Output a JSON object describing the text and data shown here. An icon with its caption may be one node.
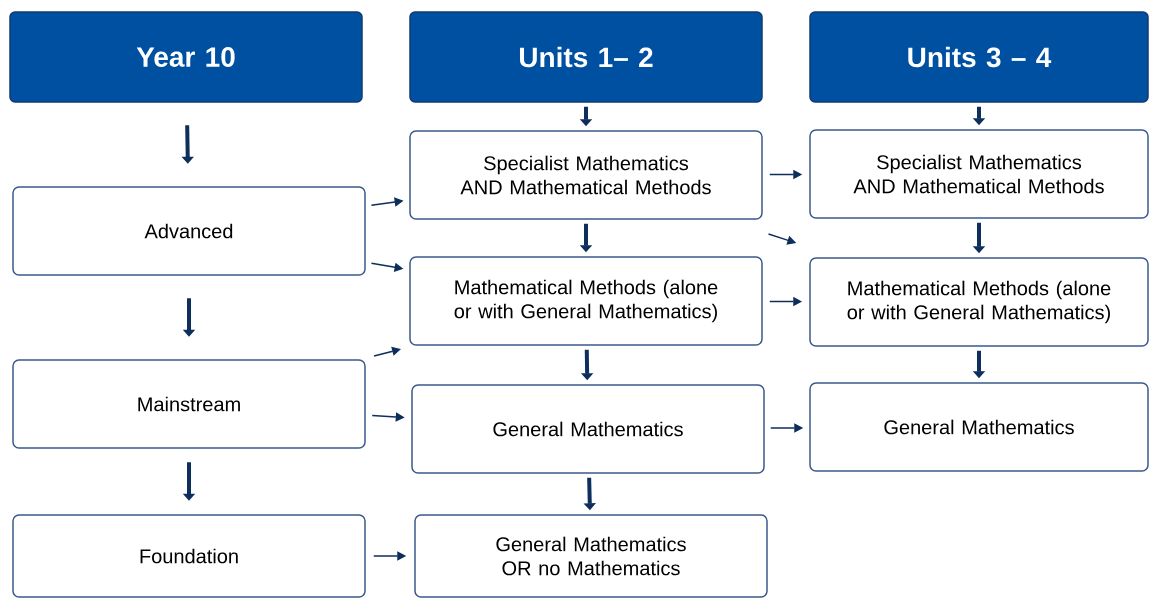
{
  "diagram": {
    "nodes": [
      {
        "text": [
          "Year 10"
        ]
      },
      {
        "text": [
          "Units 1– 2"
        ]
      },
      {
        "text": [
          "Units 3 – 4"
        ]
      },
      {
        "text": [
          "Advanced"
        ]
      },
      {
        "text": [
          "Mainstream"
        ]
      },
      {
        "text": [
          "Foundation"
        ]
      },
      {
        "text": [
          "Specialist Mathematics AND Mathematical Methods"
        ]
      },
      {
        "text": [
          "Mathematical Methods (alone or with General Mathematics)"
        ]
      },
      {
        "text": [
          "General Mathematics"
        ]
      },
      {
        "text": [
          "General Mathematics OR no Mathematics"
        ]
      },
      {
        "text": [
          "Specialist Mathematics AND Mathematical Methods"
        ]
      },
      {
        "text": [
          "Mathematical Methods (alone or with General Mathematics)"
        ]
      },
      {
        "text": [
          "General Mathematics"
        ]
      }
    ],
    "edges": [
      {
        "from": 0,
        "to": 3,
        "arrow": "to"
      },
      {
        "from": 3,
        "to": 4,
        "arrow": "to"
      },
      {
        "from": 4,
        "to": 5,
        "arrow": "to"
      },
      {
        "from": 1,
        "to": 6,
        "arrow": "to"
      },
      {
        "from": 6,
        "to": 7,
        "arrow": "to"
      },
      {
        "from": 7,
        "to": 8,
        "arrow": "to"
      },
      {
        "from": 8,
        "to": 9,
        "arrow": "to"
      },
      {
        "from": 2,
        "to": 10,
        "arrow": "to"
      },
      {
        "from": 10,
        "to": 11,
        "arrow": "to"
      },
      {
        "from": 11,
        "to": 12,
        "arrow": "to"
      },
      {
        "from": 3,
        "to": 6,
        "arrow": "to"
      },
      {
        "from": 3,
        "to": 7,
        "arrow": "to"
      },
      {
        "from": 4,
        "to": 7,
        "arrow": "to"
      },
      {
        "from": 4,
        "to": 8,
        "arrow": "to"
      },
      {
        "from": 5,
        "to": 9,
        "arrow": "to"
      },
      {
        "from": 6,
        "to": 10,
        "arrow": "to"
      },
      {
        "from": 6,
        "to": 11,
        "arrow": "to"
      },
      {
        "from": 7,
        "to": 11,
        "arrow": "to"
      },
      {
        "from": 8,
        "to": 12,
        "arrow": "to"
      }
    ]
  }
}
